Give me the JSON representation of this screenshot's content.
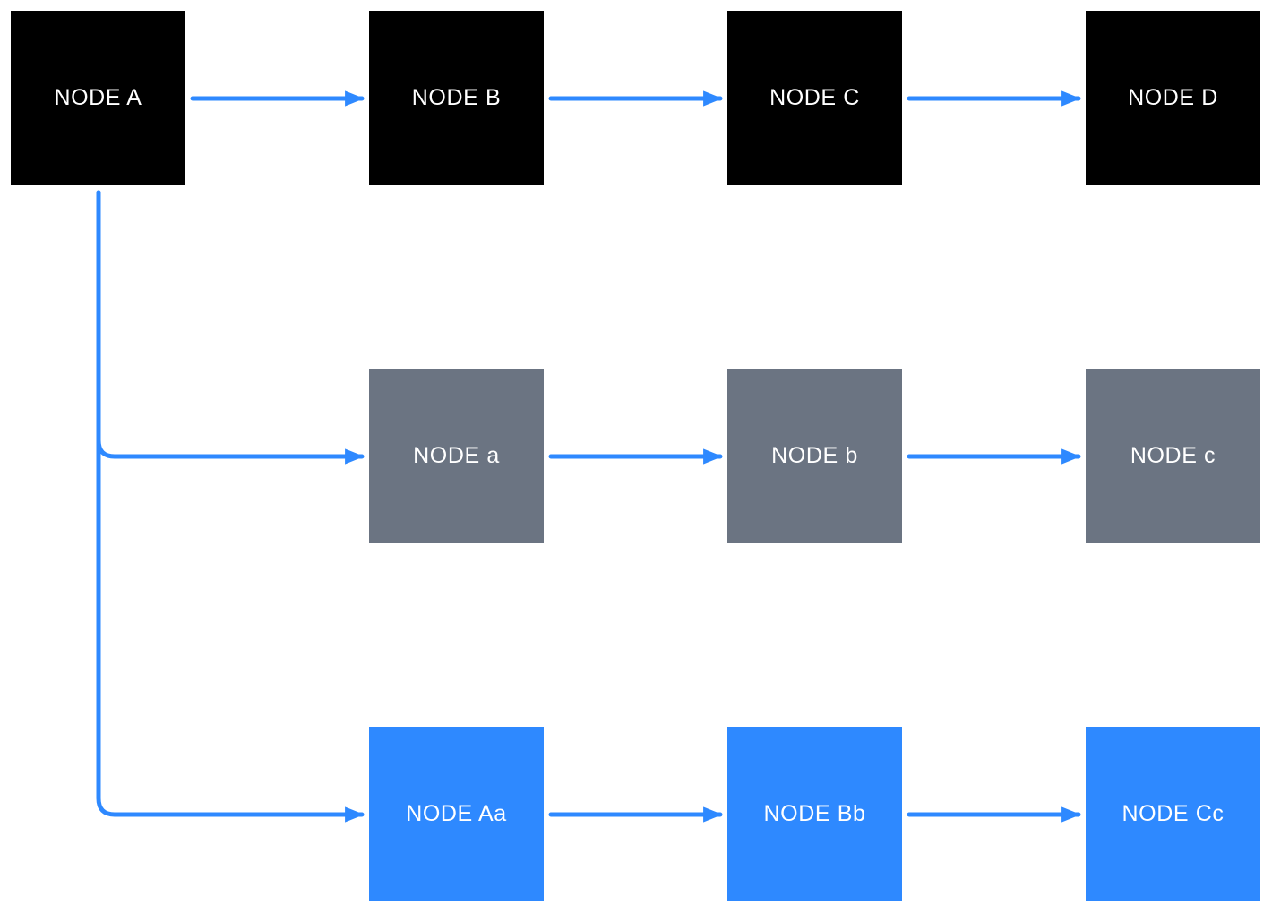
{
  "diagram": {
    "colors": {
      "row1_node_fill": "#000000",
      "row2_node_fill": "#6b7482",
      "row3_node_fill": "#2e89ff",
      "edge": "#2e89ff",
      "node_label_text": "#ffffff",
      "background": "#ffffff"
    },
    "nodes": [
      {
        "id": "A",
        "label": "NODE A",
        "row": 1,
        "col": 1,
        "fill": "#000000"
      },
      {
        "id": "B",
        "label": "NODE B",
        "row": 1,
        "col": 2,
        "fill": "#000000"
      },
      {
        "id": "C",
        "label": "NODE C",
        "row": 1,
        "col": 3,
        "fill": "#000000"
      },
      {
        "id": "D",
        "label": "NODE D",
        "row": 1,
        "col": 4,
        "fill": "#000000"
      },
      {
        "id": "a",
        "label": "NODE a",
        "row": 2,
        "col": 2,
        "fill": "#6b7482"
      },
      {
        "id": "b",
        "label": "NODE b",
        "row": 2,
        "col": 3,
        "fill": "#6b7482"
      },
      {
        "id": "c",
        "label": "NODE c",
        "row": 2,
        "col": 4,
        "fill": "#6b7482"
      },
      {
        "id": "Aa",
        "label": "NODE Aa",
        "row": 3,
        "col": 2,
        "fill": "#2e89ff"
      },
      {
        "id": "Bb",
        "label": "NODE Bb",
        "row": 3,
        "col": 3,
        "fill": "#2e89ff"
      },
      {
        "id": "Cc",
        "label": "NODE Cc",
        "row": 3,
        "col": 4,
        "fill": "#2e89ff"
      }
    ],
    "edges": [
      {
        "from": "A",
        "to": "B",
        "type": "straight-arrow"
      },
      {
        "from": "B",
        "to": "C",
        "type": "straight-arrow"
      },
      {
        "from": "C",
        "to": "D",
        "type": "straight-arrow"
      },
      {
        "from": "A",
        "to": "a",
        "type": "elbow-arrow"
      },
      {
        "from": "a",
        "to": "b",
        "type": "straight-arrow"
      },
      {
        "from": "b",
        "to": "c",
        "type": "straight-arrow"
      },
      {
        "from": "A",
        "to": "Aa",
        "type": "elbow-arrow"
      },
      {
        "from": "Aa",
        "to": "Bb",
        "type": "straight-arrow"
      },
      {
        "from": "Bb",
        "to": "Cc",
        "type": "straight-arrow"
      }
    ]
  }
}
